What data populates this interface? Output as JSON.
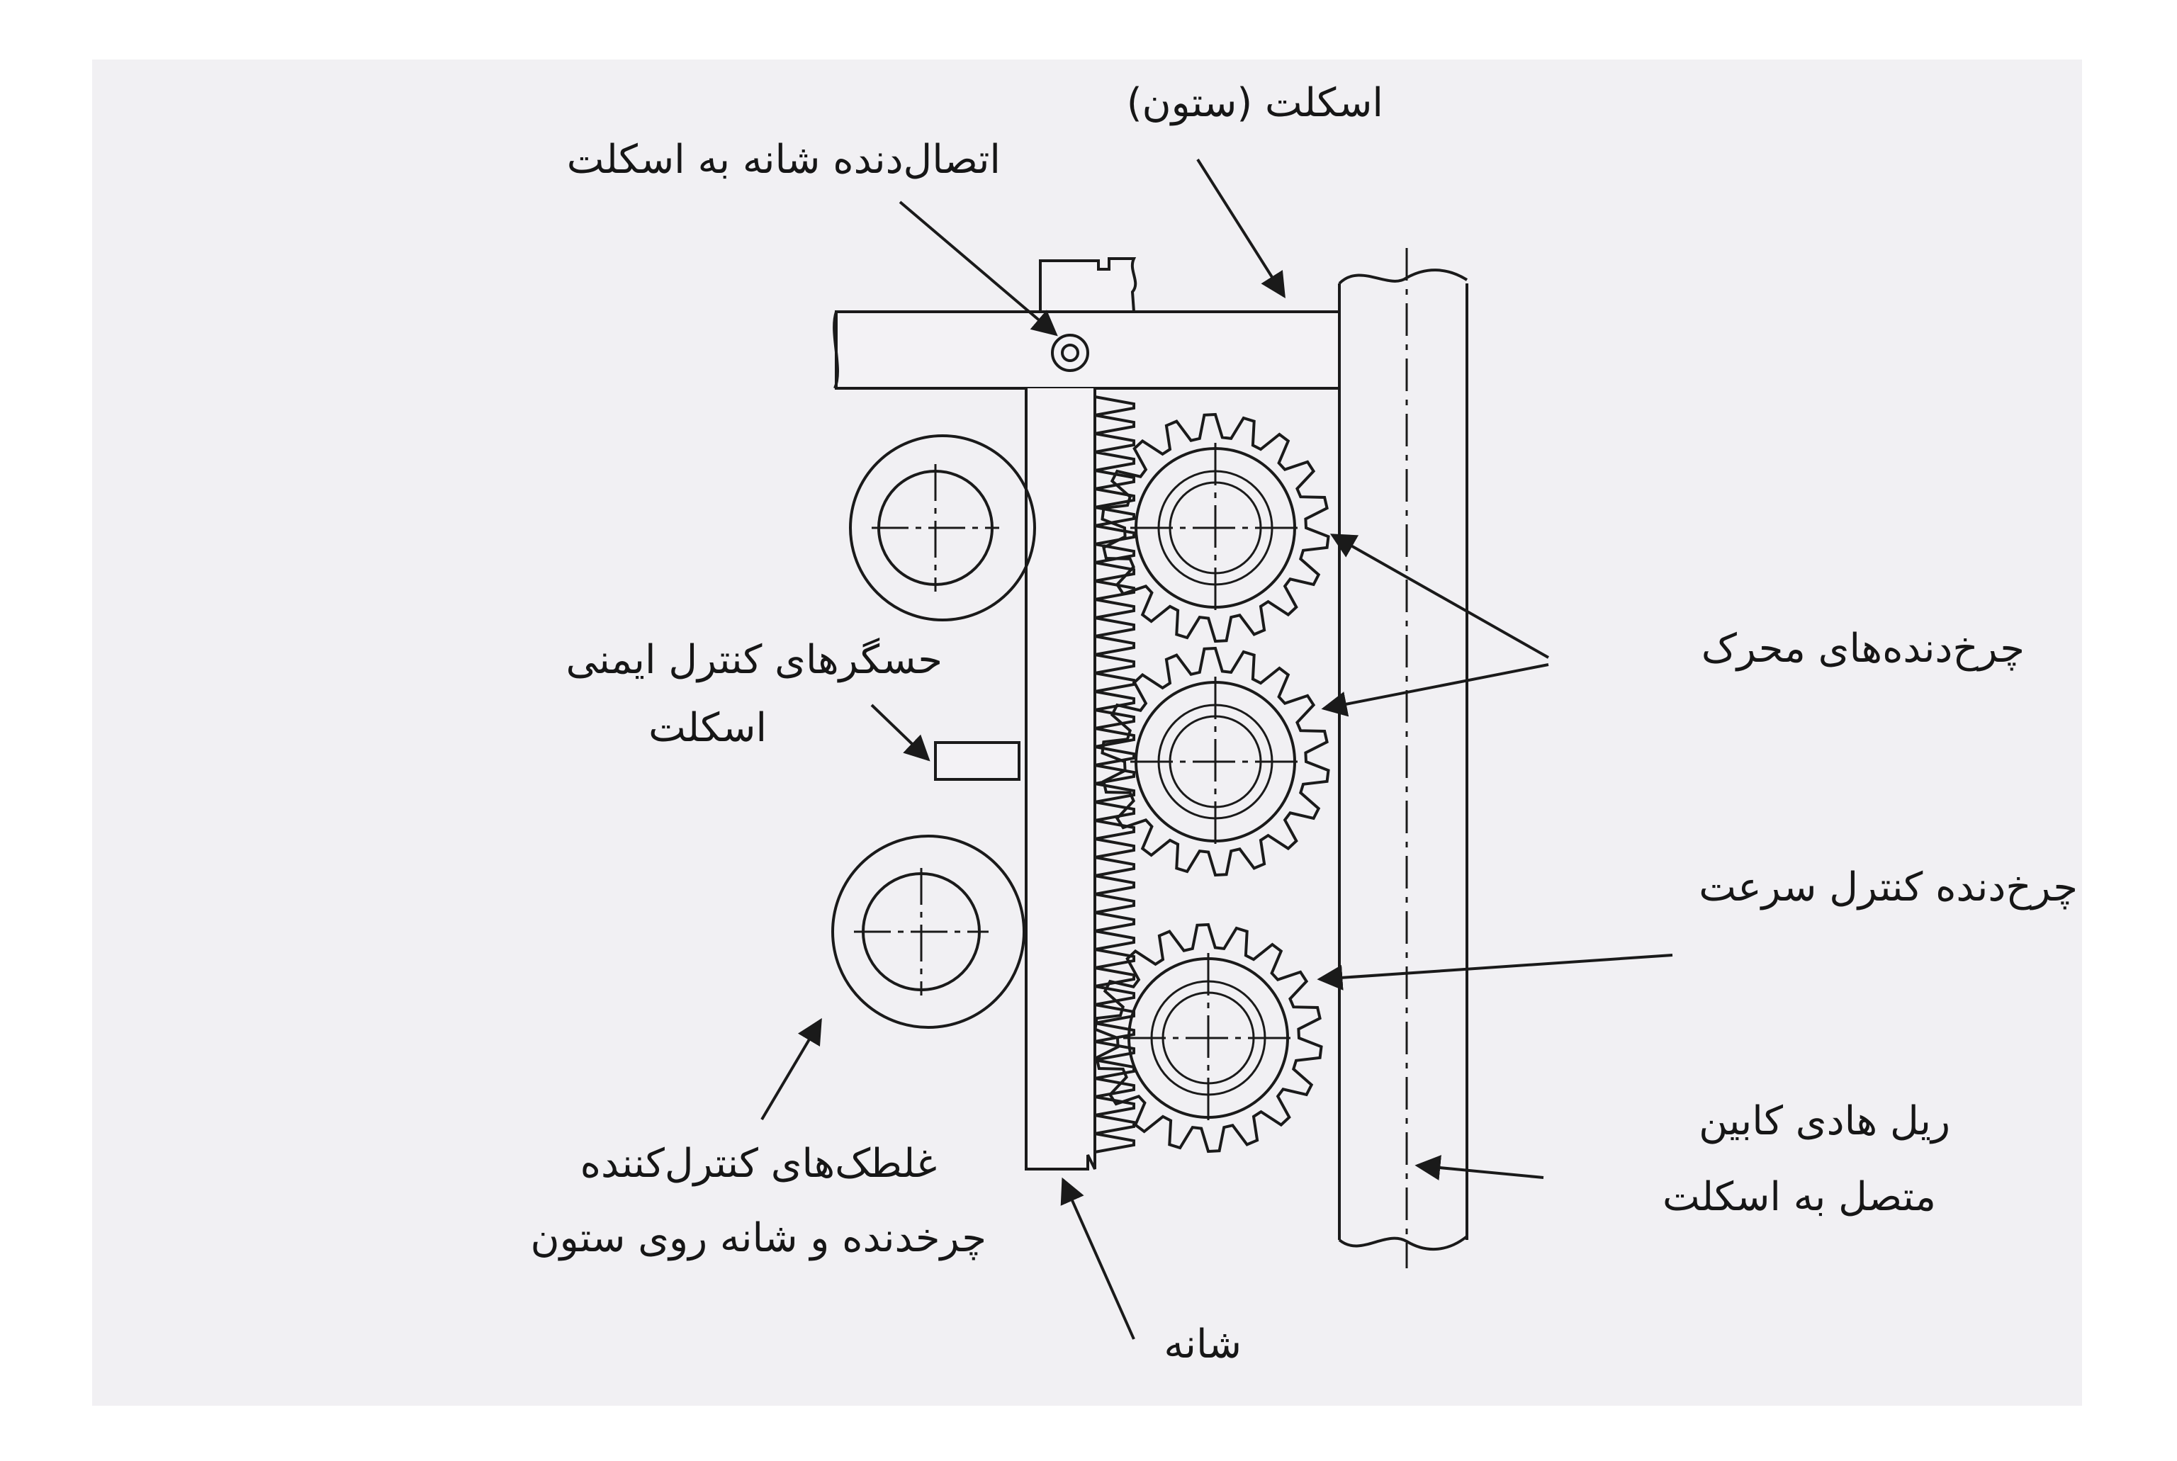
{
  "labels": {
    "skeleton_column": "اسکلت (ستون)",
    "rack_to_skeleton": "اتصال‌دنده شانه به اسکلت",
    "safety_sensors_1": "حسگرهای کنترل ایمنی",
    "safety_sensors_2": "اسکلت",
    "drive_gears": "چرخ‌دنده‌های محرک",
    "speed_gear": "چرخ‌دنده کنترل سرعت",
    "guide_rail_1": "ریل هادی کابین",
    "guide_rail_2": "متصل به اسکلت",
    "rollers_1": "غلطک‌های کنترل‌کننده",
    "rollers_2": "چرخدنده و شانه روی ستون",
    "rack": "شانه"
  },
  "colors": {
    "page": "#f1f0f3",
    "ink": "#1a1a1a"
  },
  "components": [
    {
      "name": "drive-gear-top",
      "type": "gear",
      "teeth": 18
    },
    {
      "name": "drive-gear-middle",
      "type": "gear",
      "teeth": 18
    },
    {
      "name": "speed-control-gear",
      "type": "gear",
      "teeth": 18
    },
    {
      "name": "roller-top",
      "type": "roller"
    },
    {
      "name": "roller-bottom",
      "type": "roller"
    },
    {
      "name": "safety-sensor",
      "type": "sensor"
    }
  ]
}
